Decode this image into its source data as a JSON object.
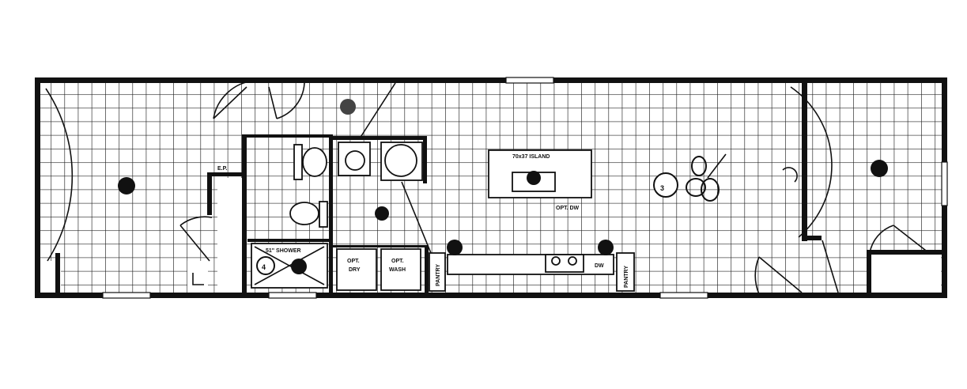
{
  "labels": {
    "shower": "51\" SHOWER",
    "bath_number": "4",
    "dryer_line1": "OPT.",
    "dryer_line2": "DRY",
    "washer_line1": "OPT.",
    "washer_line2": "WASH",
    "island": "70x37 ISLAND",
    "opt_dw": "OPT. DW",
    "pantry_left": "PANTRY",
    "pantry_right": "PANTRY",
    "ep": "E.P.",
    "dw": "DW",
    "number_three": "3"
  },
  "colors": {
    "ink": "#111111",
    "paper": "#ffffff",
    "grid": "#222222"
  },
  "icons": [
    "ceiling-fan-icon",
    "light-fixture-icon",
    "door-swing-icon",
    "window-icon",
    "toilet-icon",
    "sink-icon",
    "range-icon"
  ]
}
